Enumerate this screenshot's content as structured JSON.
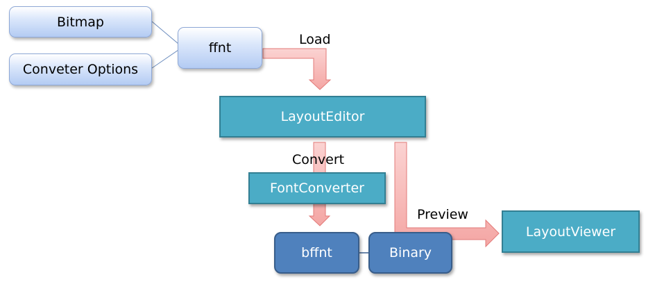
{
  "nodes": {
    "bitmap": "Bitmap",
    "converter_options": "Conveter Options",
    "ffnt": "ffnt",
    "layout_editor": "LayoutEditor",
    "font_converter": "FontConverter",
    "bffnt": "bffnt",
    "binary": "Binary",
    "layout_viewer": "LayoutViewer"
  },
  "edges": {
    "load": "Load",
    "convert": "Convert",
    "preview": "Preview"
  },
  "colors": {
    "arrow_fill": "#f7b7b5",
    "arrow_stroke": "#e27a78",
    "tool_fill": "#4bacc6",
    "output_fill": "#4f81bd",
    "input_fill": "#c9daf8"
  }
}
